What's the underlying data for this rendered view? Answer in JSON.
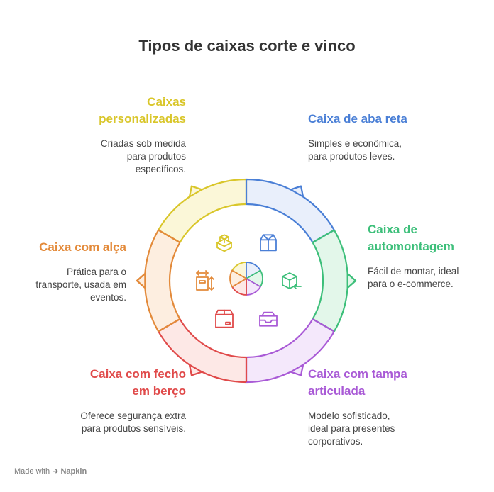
{
  "title": "Tipos de caixas corte e vinco",
  "items": [
    {
      "heading_lines": [
        "Caixas",
        "personalizadas"
      ],
      "desc_lines": [
        "Criadas sob medida",
        "para produtos",
        "específicos."
      ],
      "color": "#d9c62a",
      "fill": "#fbf7d8",
      "icon": "stacked-boxes-icon"
    },
    {
      "heading_lines": [
        "Caixa de aba reta"
      ],
      "desc_lines": [
        "Simples e econômica,",
        "para produtos leves."
      ],
      "color": "#4a7fd6",
      "fill": "#e9effb",
      "icon": "open-box-icon"
    },
    {
      "heading_lines": [
        "Caixa de",
        "automontagem"
      ],
      "desc_lines": [
        "Fácil de montar, ideal",
        "para o e-commerce."
      ],
      "color": "#3dbf7a",
      "fill": "#e3f7ea",
      "icon": "box-assembly-icon"
    },
    {
      "heading_lines": [
        "Caixa com tampa",
        "articulada"
      ],
      "desc_lines": [
        "Modelo sofisticado,",
        "ideal para presentes",
        "corporativos."
      ],
      "color": "#a95ad6",
      "fill": "#f4e8fb",
      "icon": "tray-box-icon"
    },
    {
      "heading_lines": [
        "Caixa com fecho",
        "em berço"
      ],
      "desc_lines": [
        "Oferece segurança extra",
        "para produtos sensíveis."
      ],
      "color": "#e04a4a",
      "fill": "#fde8e6",
      "icon": "closed-box-icon"
    },
    {
      "heading_lines": [
        "Caixa com alça"
      ],
      "desc_lines": [
        "Prática para o",
        "transporte, usada em",
        "eventos."
      ],
      "color": "#e38a3a",
      "fill": "#fdeee0",
      "icon": "box-dimensions-icon"
    }
  ],
  "footer": {
    "made_with": "Made with",
    "brand": "Napkin"
  }
}
